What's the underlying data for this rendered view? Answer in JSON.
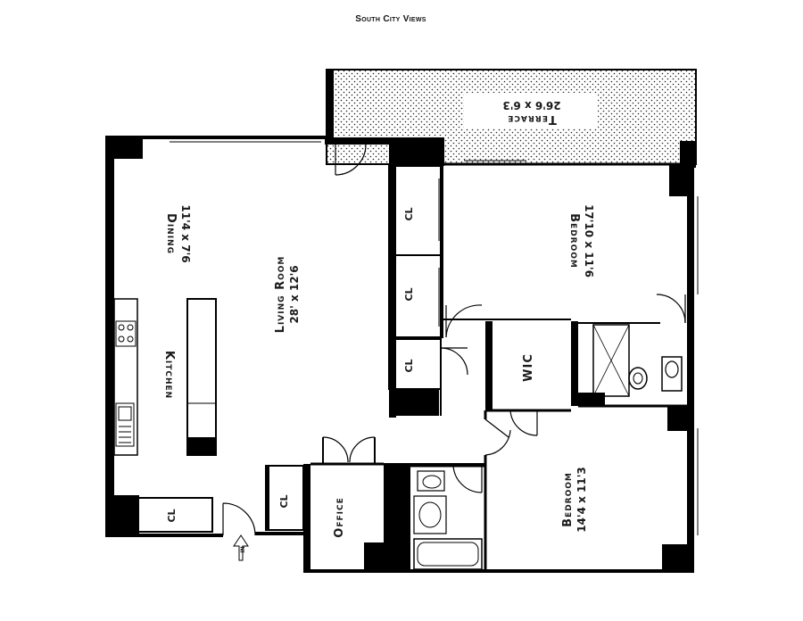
{
  "title": "South City Views",
  "rooms": {
    "dining": {
      "name": "Dining",
      "dims": "11'4 x 7'6"
    },
    "living": {
      "name": "Living Room",
      "dims": "28' x 12'6"
    },
    "kitchen": {
      "name": "Kitchen"
    },
    "bedroom1": {
      "name": "Bedroom",
      "dims": "17'10 x 11'6"
    },
    "bedroom2": {
      "name": "Bedroom",
      "dims": "14'4 x 11'3"
    },
    "terrace": {
      "name": "Terrace",
      "dims": "26'6 x 6'3"
    },
    "wic": {
      "name": "WIC"
    },
    "office": {
      "name": "Office"
    }
  },
  "closets": {
    "cl1": "CL",
    "cl2": "CL",
    "cl3": "CL",
    "cl4": "CL",
    "cl5": "CL"
  },
  "entry": {
    "label": "IN"
  },
  "colors": {
    "wall": "#000000",
    "background": "#ffffff"
  }
}
